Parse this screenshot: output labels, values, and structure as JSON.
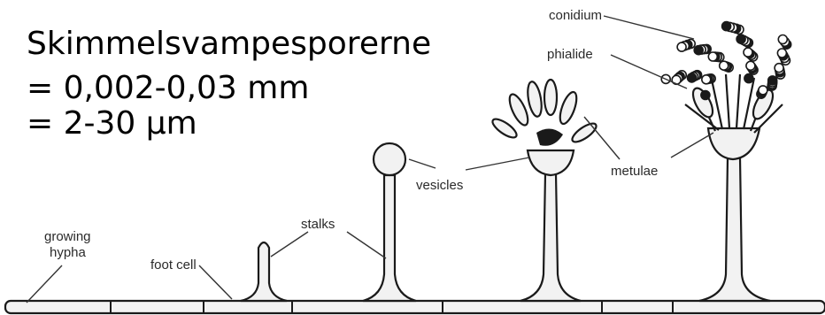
{
  "caption": {
    "line1": "Skimmelsvampesporerne",
    "line2": "= 0,002-0,03 mm",
    "line3": "= 2-30 µm"
  },
  "labels": {
    "growing_hypha_1": "growing",
    "growing_hypha_2": "hypha",
    "foot_cell": "foot cell",
    "stalks": "stalks",
    "vesicles": "vesicles",
    "metulae": "metulae",
    "phialide": "phialide",
    "conidium": "conidium"
  },
  "colors": {
    "ink": "#1a1a1a",
    "stipple": "#f2f2f2",
    "background": "#ffffff"
  }
}
